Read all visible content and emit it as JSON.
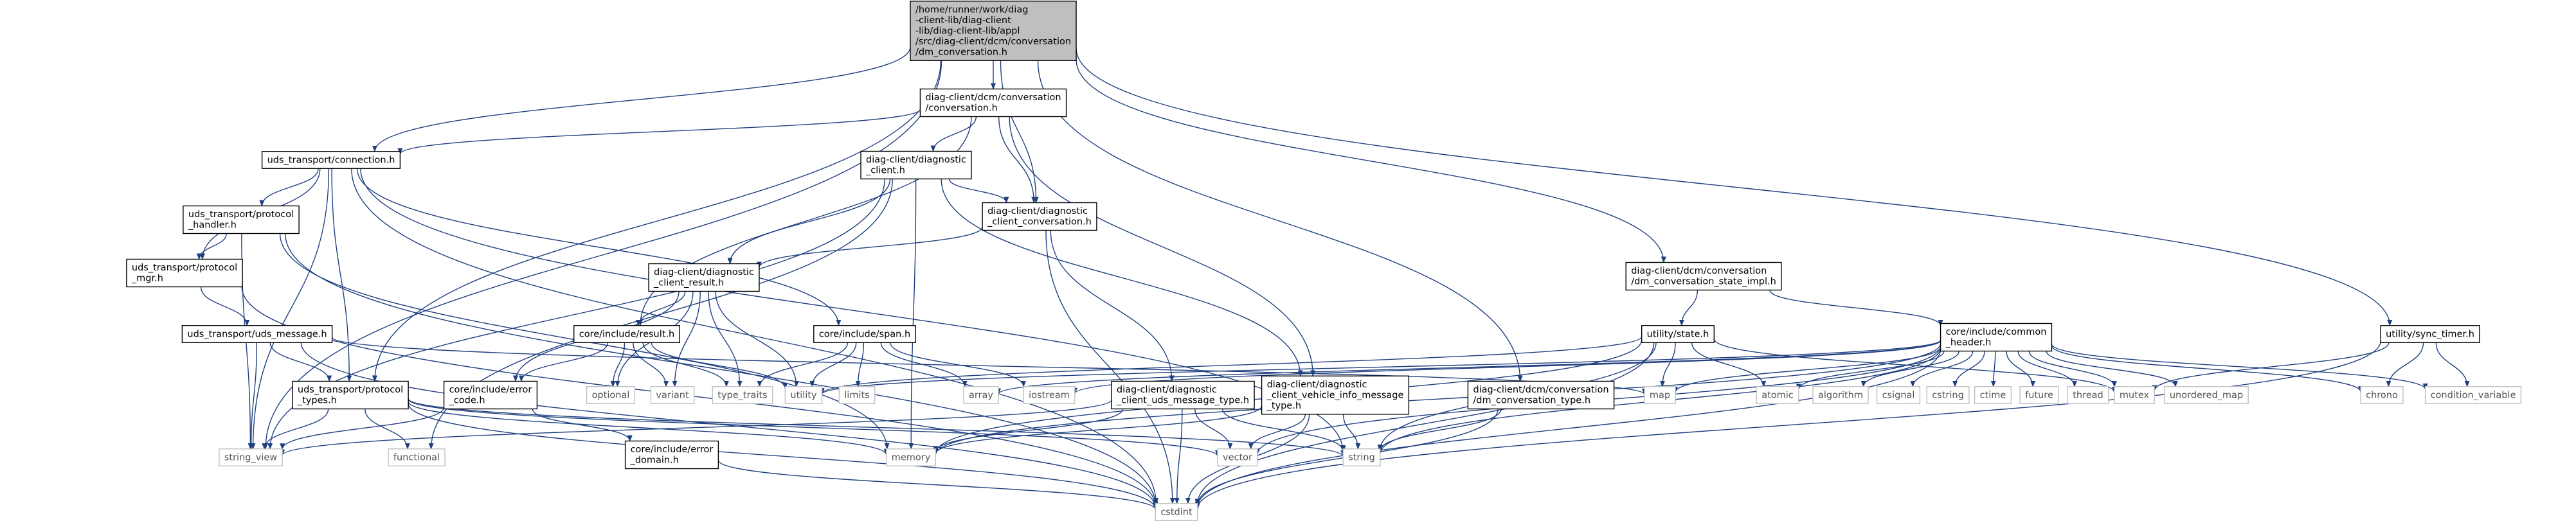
{
  "colors": {
    "edge": "#1f3f7f",
    "root_fill": "#bfbfbf",
    "box_stroke": "#000000",
    "external_stroke": "#bfbfbf",
    "external_text": "#555555"
  },
  "nodes": [
    {
      "id": "root",
      "kind": "root",
      "lines": [
        "/home/runner/work/diag",
        "-client-lib/diag-client",
        "-lib/diag-client-lib/appl",
        "/src/diag-client/dcm/conversation",
        "/dm_conversation.h"
      ]
    },
    {
      "id": "conversation",
      "kind": "box",
      "lines": [
        "diag-client/dcm/conversation",
        "/conversation.h"
      ]
    },
    {
      "id": "connection",
      "kind": "box",
      "lines": [
        "uds_transport/connection.h"
      ]
    },
    {
      "id": "diag_client",
      "kind": "box",
      "lines": [
        "diag-client/diagnostic",
        "_client.h"
      ]
    },
    {
      "id": "client_conversation",
      "kind": "box",
      "lines": [
        "diag-client/diagnostic",
        "_client_conversation.h"
      ]
    },
    {
      "id": "protocol_handler",
      "kind": "box",
      "lines": [
        "uds_transport/protocol",
        "_handler.h"
      ]
    },
    {
      "id": "protocol_mgr",
      "kind": "box",
      "lines": [
        "uds_transport/protocol",
        "_mgr.h"
      ]
    },
    {
      "id": "client_result",
      "kind": "box",
      "lines": [
        "diag-client/diagnostic",
        "_client_result.h"
      ]
    },
    {
      "id": "uds_message",
      "kind": "box",
      "lines": [
        "uds_transport/uds_message.h"
      ]
    },
    {
      "id": "span",
      "kind": "box",
      "lines": [
        "core/include/span.h"
      ]
    },
    {
      "id": "result",
      "kind": "box",
      "lines": [
        "core/include/result.h"
      ]
    },
    {
      "id": "protocol_types",
      "kind": "box",
      "lines": [
        "uds_transport/protocol",
        "_types.h"
      ]
    },
    {
      "id": "error_code",
      "kind": "box",
      "lines": [
        "core/include/error",
        "_code.h"
      ]
    },
    {
      "id": "error_domain",
      "kind": "box",
      "lines": [
        "core/include/error",
        "_domain.h"
      ]
    },
    {
      "id": "uds_message_type",
      "kind": "box",
      "lines": [
        "diag-client/diagnostic",
        "_client_uds_message_type.h"
      ]
    },
    {
      "id": "vehicle_info_message_type",
      "kind": "box",
      "lines": [
        "diag-client/diagnostic",
        "_client_vehicle_info_message",
        "_type.h"
      ]
    },
    {
      "id": "state_impl",
      "kind": "box",
      "lines": [
        "diag-client/dcm/conversation",
        "/dm_conversation_state_impl.h"
      ]
    },
    {
      "id": "dm_conversation_type",
      "kind": "box",
      "lines": [
        "diag-client/dcm/conversation",
        "/dm_conversation_type.h"
      ]
    },
    {
      "id": "state",
      "kind": "box",
      "lines": [
        "utility/state.h"
      ]
    },
    {
      "id": "common_header",
      "kind": "box",
      "lines": [
        "core/include/common",
        "_header.h"
      ]
    },
    {
      "id": "sync_timer",
      "kind": "box",
      "lines": [
        "utility/sync_timer.h"
      ]
    },
    {
      "id": "string_view",
      "kind": "ext",
      "lines": [
        "string_view"
      ]
    },
    {
      "id": "cstdint",
      "kind": "ext",
      "lines": [
        "cstdint"
      ]
    },
    {
      "id": "functional",
      "kind": "ext",
      "lines": [
        "functional"
      ]
    },
    {
      "id": "memory",
      "kind": "ext",
      "lines": [
        "memory"
      ]
    },
    {
      "id": "optional",
      "kind": "ext",
      "lines": [
        "optional"
      ]
    },
    {
      "id": "variant",
      "kind": "ext",
      "lines": [
        "variant"
      ]
    },
    {
      "id": "type_traits",
      "kind": "ext",
      "lines": [
        "type_traits"
      ]
    },
    {
      "id": "utility",
      "kind": "ext",
      "lines": [
        "utility"
      ]
    },
    {
      "id": "limits",
      "kind": "ext",
      "lines": [
        "limits"
      ]
    },
    {
      "id": "array",
      "kind": "ext",
      "lines": [
        "array"
      ]
    },
    {
      "id": "iostream",
      "kind": "ext",
      "lines": [
        "iostream"
      ]
    },
    {
      "id": "map",
      "kind": "ext",
      "lines": [
        "map"
      ]
    },
    {
      "id": "vector",
      "kind": "ext",
      "lines": [
        "vector"
      ]
    },
    {
      "id": "string",
      "kind": "ext",
      "lines": [
        "string"
      ]
    },
    {
      "id": "atomic",
      "kind": "ext",
      "lines": [
        "atomic"
      ]
    },
    {
      "id": "algorithm",
      "kind": "ext",
      "lines": [
        "algorithm"
      ]
    },
    {
      "id": "csignal",
      "kind": "ext",
      "lines": [
        "csignal"
      ]
    },
    {
      "id": "cstring",
      "kind": "ext",
      "lines": [
        "cstring"
      ]
    },
    {
      "id": "ctime",
      "kind": "ext",
      "lines": [
        "ctime"
      ]
    },
    {
      "id": "future",
      "kind": "ext",
      "lines": [
        "future"
      ]
    },
    {
      "id": "thread",
      "kind": "ext",
      "lines": [
        "thread"
      ]
    },
    {
      "id": "mutex",
      "kind": "ext",
      "lines": [
        "mutex"
      ]
    },
    {
      "id": "unordered_map",
      "kind": "ext",
      "lines": [
        "unordered_map"
      ]
    },
    {
      "id": "chrono",
      "kind": "ext",
      "lines": [
        "chrono"
      ]
    },
    {
      "id": "condition_variable",
      "kind": "ext",
      "lines": [
        "condition_variable"
      ]
    }
  ],
  "edges": [
    [
      "root",
      "conversation"
    ],
    [
      "root",
      "connection"
    ],
    [
      "root",
      "client_conversation"
    ],
    [
      "root",
      "string_view"
    ],
    [
      "root",
      "protocol_types"
    ],
    [
      "root",
      "dm_conversation_type"
    ],
    [
      "root",
      "state_impl"
    ],
    [
      "root",
      "sync_timer"
    ],
    [
      "conversation",
      "connection"
    ],
    [
      "conversation",
      "diag_client"
    ],
    [
      "conversation",
      "client_conversation"
    ],
    [
      "conversation",
      "result"
    ],
    [
      "conversation",
      "vehicle_info_message_type"
    ],
    [
      "connection",
      "protocol_handler"
    ],
    [
      "connection",
      "protocol_mgr"
    ],
    [
      "connection",
      "protocol_types"
    ],
    [
      "connection",
      "span"
    ],
    [
      "connection",
      "string_view"
    ],
    [
      "connection",
      "string"
    ],
    [
      "connection",
      "cstdint"
    ],
    [
      "diag_client",
      "client_conversation"
    ],
    [
      "diag_client",
      "client_result"
    ],
    [
      "diag_client",
      "vehicle_info_message_type"
    ],
    [
      "diag_client",
      "memory"
    ],
    [
      "diag_client",
      "functional"
    ],
    [
      "diag_client",
      "string_view"
    ],
    [
      "client_conversation",
      "client_result"
    ],
    [
      "client_conversation",
      "uds_message_type"
    ],
    [
      "client_conversation",
      "cstdint"
    ],
    [
      "protocol_handler",
      "protocol_mgr"
    ],
    [
      "protocol_handler",
      "string_view"
    ],
    [
      "protocol_handler",
      "memory"
    ],
    [
      "protocol_handler",
      "cstdint"
    ],
    [
      "protocol_mgr",
      "uds_message"
    ],
    [
      "protocol_mgr",
      "cstdint"
    ],
    [
      "client_result",
      "result"
    ],
    [
      "client_result",
      "error_code"
    ],
    [
      "client_result",
      "optional"
    ],
    [
      "client_result",
      "variant"
    ],
    [
      "client_result",
      "utility"
    ],
    [
      "client_result",
      "type_traits"
    ],
    [
      "uds_message",
      "protocol_types"
    ],
    [
      "uds_message",
      "map"
    ],
    [
      "uds_message",
      "string_view"
    ],
    [
      "uds_message",
      "cstdint"
    ],
    [
      "span",
      "array"
    ],
    [
      "span",
      "iostream"
    ],
    [
      "span",
      "utility"
    ],
    [
      "span",
      "limits"
    ],
    [
      "span",
      "type_traits"
    ],
    [
      "result",
      "error_code"
    ],
    [
      "result",
      "optional"
    ],
    [
      "result",
      "variant"
    ],
    [
      "result",
      "type_traits"
    ],
    [
      "result",
      "utility"
    ],
    [
      "protocol_types",
      "string_view"
    ],
    [
      "protocol_types",
      "memory"
    ],
    [
      "protocol_types",
      "functional"
    ],
    [
      "protocol_types",
      "vector"
    ],
    [
      "protocol_types",
      "cstdint"
    ],
    [
      "protocol_types",
      "string"
    ],
    [
      "error_code",
      "error_domain"
    ],
    [
      "error_code",
      "string_view"
    ],
    [
      "error_domain",
      "cstdint"
    ],
    [
      "uds_message_type",
      "memory"
    ],
    [
      "uds_message_type",
      "vector"
    ],
    [
      "uds_message_type",
      "string"
    ],
    [
      "uds_message_type",
      "cstdint"
    ],
    [
      "uds_message_type",
      "string_view"
    ],
    [
      "vehicle_info_message_type",
      "memory"
    ],
    [
      "vehicle_info_message_type",
      "vector"
    ],
    [
      "vehicle_info_message_type",
      "string"
    ],
    [
      "vehicle_info_message_type",
      "cstdint"
    ],
    [
      "state_impl",
      "state"
    ],
    [
      "state_impl",
      "common_header"
    ],
    [
      "dm_conversation_type",
      "string"
    ],
    [
      "dm_conversation_type",
      "cstdint"
    ],
    [
      "state",
      "map"
    ],
    [
      "state",
      "memory"
    ],
    [
      "state",
      "utility"
    ],
    [
      "state",
      "string"
    ],
    [
      "state",
      "atomic"
    ],
    [
      "state",
      "mutex"
    ],
    [
      "state",
      "cstdint"
    ],
    [
      "common_header",
      "array"
    ],
    [
      "common_header",
      "iostream"
    ],
    [
      "common_header",
      "map"
    ],
    [
      "common_header",
      "memory"
    ],
    [
      "common_header",
      "utility"
    ],
    [
      "common_header",
      "atomic"
    ],
    [
      "common_header",
      "algorithm"
    ],
    [
      "common_header",
      "csignal"
    ],
    [
      "common_header",
      "cstring"
    ],
    [
      "common_header",
      "ctime"
    ],
    [
      "common_header",
      "future"
    ],
    [
      "common_header",
      "thread"
    ],
    [
      "common_header",
      "mutex"
    ],
    [
      "common_header",
      "unordered_map"
    ],
    [
      "common_header",
      "chrono"
    ],
    [
      "common_header",
      "condition_variable"
    ],
    [
      "common_header",
      "vector"
    ],
    [
      "common_header",
      "string"
    ],
    [
      "common_header",
      "cstdint"
    ],
    [
      "sync_timer",
      "chrono"
    ],
    [
      "sync_timer",
      "condition_variable"
    ],
    [
      "sync_timer",
      "mutex"
    ],
    [
      "sync_timer",
      "cstdint"
    ]
  ]
}
